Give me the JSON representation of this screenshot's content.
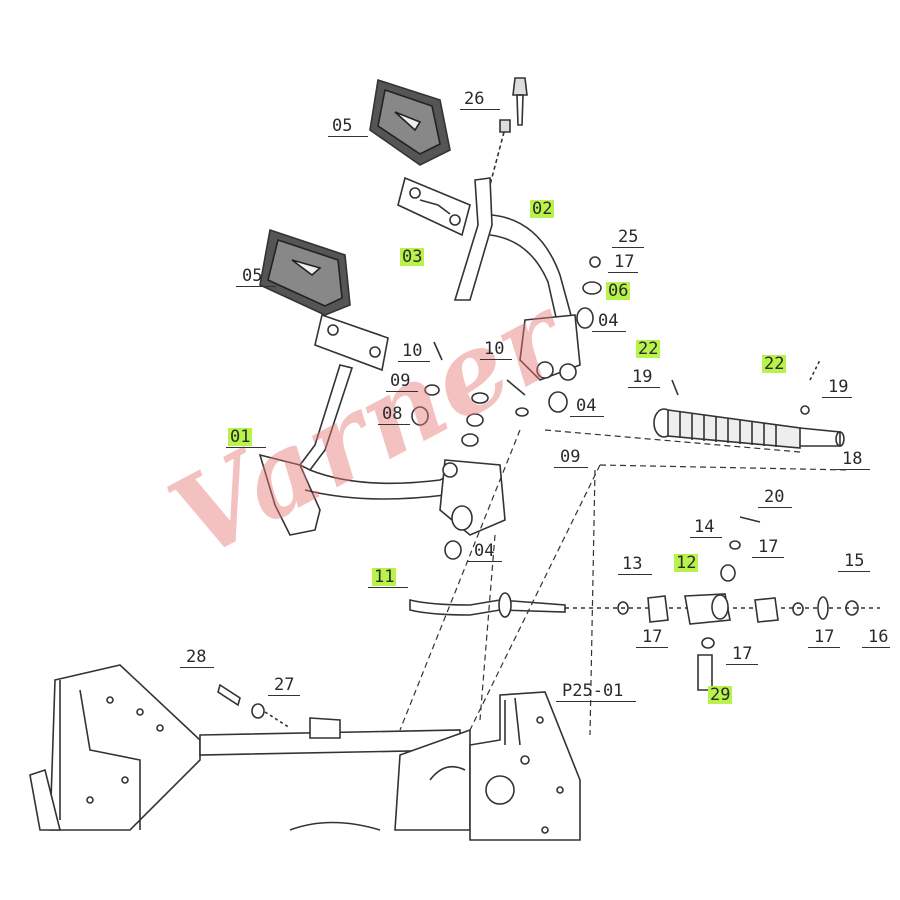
{
  "watermark": "Varner",
  "labels": {
    "p26": "26",
    "p05a": "05",
    "p02": "02",
    "p25": "25",
    "p03": "03",
    "p17a": "17",
    "p06": "06",
    "p05b": "05",
    "p04a": "04",
    "p22a": "22",
    "p22b": "22",
    "p10a": "10",
    "p10b": "10",
    "p19a": "19",
    "p19b": "19",
    "p09a": "09",
    "p08": "08",
    "p04b": "04",
    "p01": "01",
    "p09b": "09",
    "p18": "18",
    "p20": "20",
    "p14": "14",
    "p17b": "17",
    "p04c": "04",
    "p13": "13",
    "p12": "12",
    "p15": "15",
    "p11": "11",
    "p17c": "17",
    "p17d": "17",
    "p17e": "17",
    "p16": "16",
    "p28": "28",
    "p27": "27",
    "p29": "29",
    "pref": "P25-01"
  },
  "highlight_color": "#b8f24a",
  "watermark_color": "#e87878"
}
